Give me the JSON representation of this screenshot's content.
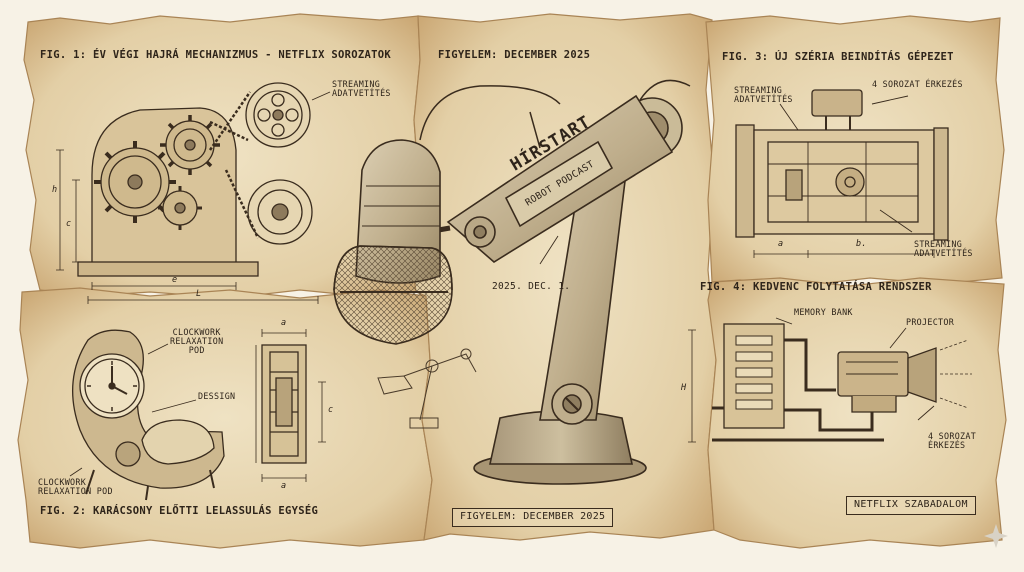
{
  "header": {
    "center_title": "FIGYELEM: DECEMBER 2025"
  },
  "fig1": {
    "title": "FIG. 1: ÉV VÉGI HAJRÁ MECHANIZMUS - NETFLIX SOROZATOK",
    "streaming": [
      "STREAMING",
      "ADATVETÍTÉS"
    ],
    "dims": {
      "h": "h",
      "c": "c",
      "e": "e",
      "l": "L"
    }
  },
  "fig2": {
    "title": "FIG. 2: KARÁCSONY ELŐTTI LELASSULÁS EGYSÉG",
    "pod_label": [
      "CLOCKWORK",
      "RELAXATION",
      "POD"
    ],
    "design": "DESSIGN",
    "pod_label_bottom": [
      "CLOCKWORK",
      "RELAXATION POD"
    ],
    "dims": {
      "a_top": "a",
      "a_bottom": "a",
      "c": "c"
    }
  },
  "fig3": {
    "title": "FIG. 3: ÚJ SZÉRIA BEINDÍTÁS GÉPEZET",
    "streaming_left": [
      "STREAMING",
      "ADATVETÍTÉS"
    ],
    "four_series": "4 SOROZAT ÉRKEZÉS",
    "streaming_right": [
      "STREAMING",
      "ADATVETÍTÉS"
    ],
    "dims": {
      "a": "a",
      "b": "b."
    }
  },
  "fig4": {
    "title": "FIG. 4: KEDVENC FOLYTATÁSA RENDSZER",
    "memory_bank": "MEMORY BANK",
    "projector": "PROJECTOR",
    "four_series": [
      "4 SOROZAT",
      "ÉRKEZÉS"
    ],
    "dims": {
      "h": "H"
    }
  },
  "robot": {
    "brand": "HÍRSTART",
    "subtitle": "ROBOT PODCAST",
    "date": "2025. DEC. 1."
  },
  "footer": {
    "center": "FIGYELEM: DECEMBER 2025",
    "right_box": "NETFLIX SZABADALOM"
  },
  "colors": {
    "paper": "#e8d7b3",
    "paper_edge": "#b9945f",
    "ink": "#3a2c1e",
    "metal": "#c4b494",
    "background": "#f7f2e6"
  }
}
